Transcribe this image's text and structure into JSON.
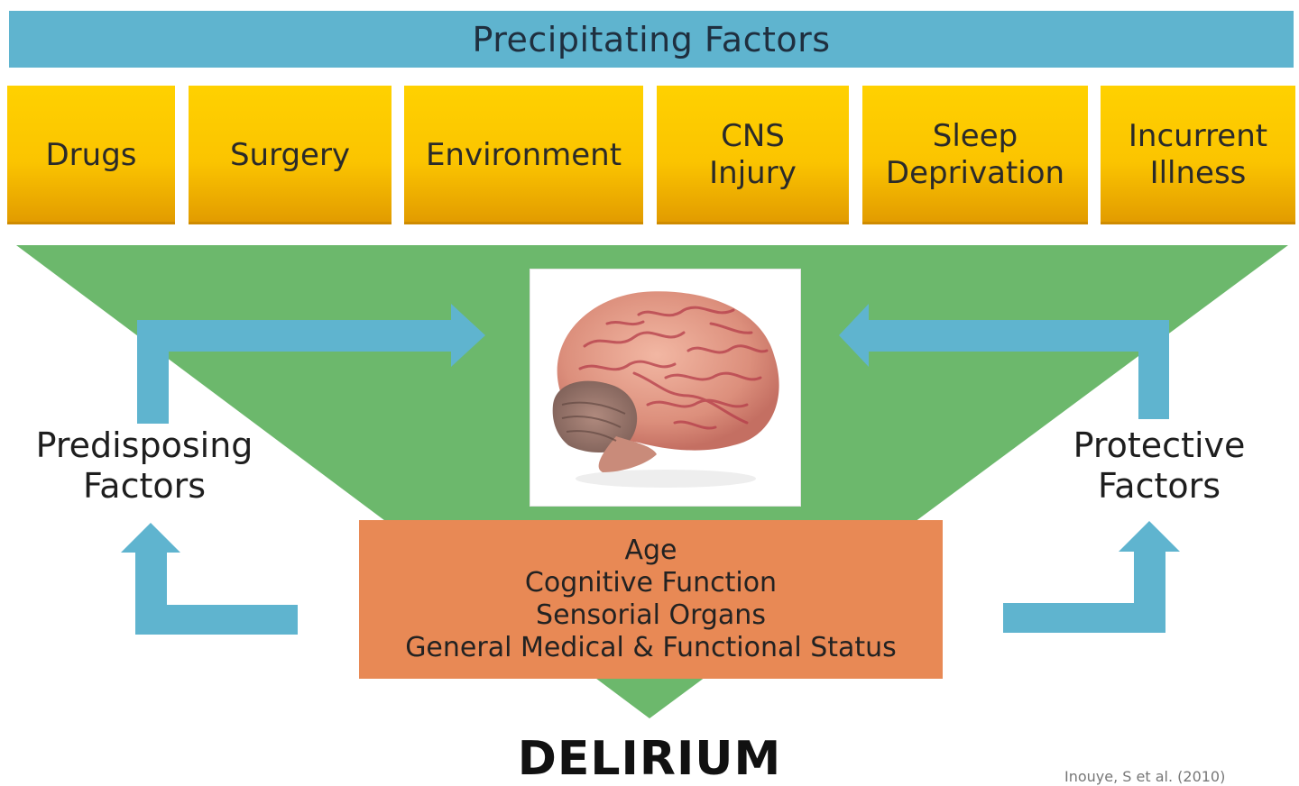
{
  "diagram": {
    "header": "Precipitating Factors",
    "precipitating_factors": [
      {
        "label": "Drugs"
      },
      {
        "label": "Surgery"
      },
      {
        "label": "Environment"
      },
      {
        "label": "CNS\nInjury"
      },
      {
        "label": "Sleep\nDeprivation"
      },
      {
        "label": "Incurrent\nIllness"
      }
    ],
    "left_label": "Predisposing\nFactors",
    "right_label": "Protective\nFactors",
    "central_factors": [
      "Age",
      "Cognitive Function",
      "Sensorial Organs",
      "General Medical & Functional Status"
    ],
    "outcome": "DELIRIUM",
    "citation": "Inouye, S et al. (2010)",
    "center_image": "brain-image"
  },
  "colors": {
    "banner": "#5fb4cf",
    "arrows": "#5fb4cf",
    "funnel": "#6cb86c",
    "factor_top": "#ffd100",
    "factor_bottom": "#e19a00",
    "center_box": "#e88955"
  }
}
